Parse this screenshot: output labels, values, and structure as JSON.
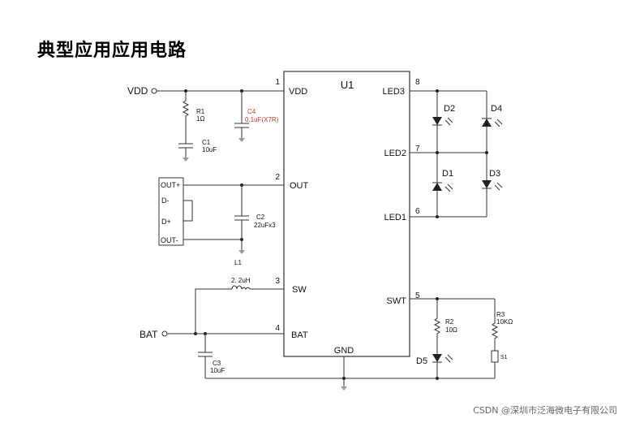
{
  "page": {
    "title": "典型应用应用电路",
    "watermark": "CSDN @深圳市泛海微电子有限公司"
  },
  "ic": {
    "name": "U1",
    "pins": [
      {
        "num": "1",
        "name": "VDD"
      },
      {
        "num": "2",
        "name": "OUT"
      },
      {
        "num": "3",
        "name": "SW"
      },
      {
        "num": "4",
        "name": "BAT"
      },
      {
        "num": "8",
        "name": "LED3"
      },
      {
        "num": "7",
        "name": "LED2"
      },
      {
        "num": "6",
        "name": "LED1"
      },
      {
        "num": "5",
        "name": "SWT"
      },
      {
        "num": "",
        "name": "GND"
      }
    ]
  },
  "nets": {
    "vdd": "VDD",
    "bat": "BAT"
  },
  "components": {
    "r1": {
      "ref": "R1",
      "value": "1Ω"
    },
    "c1": {
      "ref": "C1",
      "value": "10uF"
    },
    "c4": {
      "ref": "C4",
      "value": "0.1uF(X7R)",
      "color": "#c0392b"
    },
    "c2": {
      "ref": "C2",
      "value": "22uFx3"
    },
    "l1": {
      "ref": "L1"
    },
    "inductor": {
      "value": "2. 2uH"
    },
    "c3": {
      "ref": "C3",
      "value": "10uF"
    },
    "r2": {
      "ref": "R2",
      "value": "10Ω"
    },
    "r3": {
      "ref": "R3",
      "value": "10KΩ"
    },
    "s1": {
      "ref": "S1"
    },
    "d1": {
      "ref": "D1"
    },
    "d2": {
      "ref": "D2"
    },
    "d3": {
      "ref": "D3"
    },
    "d4": {
      "ref": "D4"
    },
    "d5": {
      "ref": "D5"
    }
  },
  "usb_connector": {
    "pins": [
      "OUT+",
      "D-",
      "D+",
      "OUT-"
    ]
  }
}
